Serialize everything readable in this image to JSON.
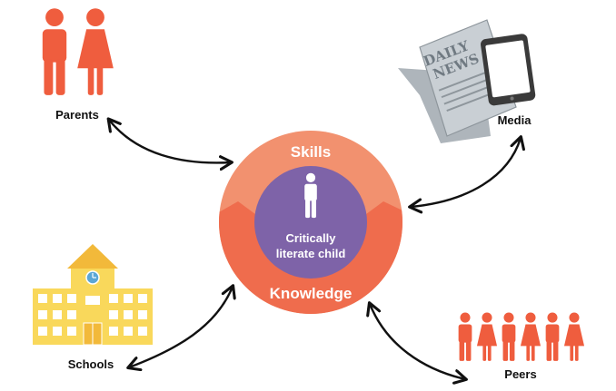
{
  "diagram": {
    "center": {
      "outer_label": "Skills",
      "inner_label": "Knowledge",
      "core_line1": "Critically",
      "core_line2": "literate child"
    },
    "nodes": {
      "parents": "Parents",
      "media": "Media",
      "schools": "Schools",
      "peers": "Peers"
    },
    "newspaper": {
      "line1": "DAILY",
      "line2": "NEWS"
    },
    "colors": {
      "skills_ring": "#f2916f",
      "knowledge_ring": "#ef6c4d",
      "core": "#7e63a8",
      "person": "#ef5d3e",
      "school": "#f9d85b",
      "newspaper": "#c9cfd4",
      "tablet": "#3a3a3a",
      "arrow": "#111111"
    }
  }
}
